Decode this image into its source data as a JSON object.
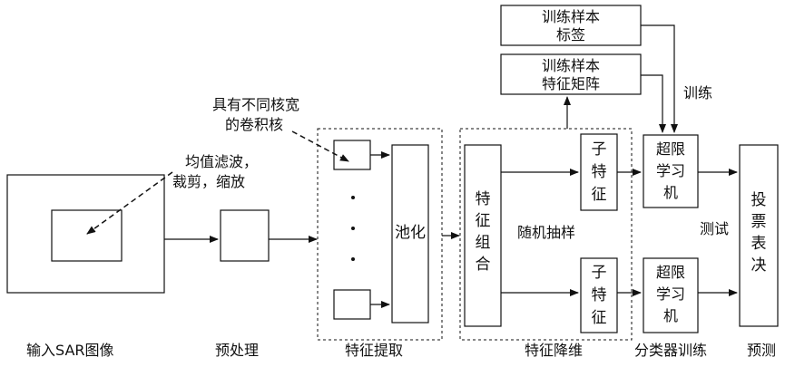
{
  "input_label": "输入SAR图像",
  "preprocess_label": "预处理",
  "feature_extraction_label": "特征提取",
  "dim_reduction_label": "特征降维",
  "classifier_training_label": "分类器训练",
  "prediction_label": "预测",
  "annot_filter": {
    "line1": "均值滤波，",
    "line2": "裁剪，缩放"
  },
  "annot_kernels": {
    "line1": "具有不同核宽",
    "line2": "的卷积核"
  },
  "pool_label": "池化",
  "feature_combination_label": [
    "特",
    "征",
    "组",
    "合"
  ],
  "random_sampling_label": "随机抽样",
  "sub_feature_label": [
    "子",
    "特",
    "征"
  ],
  "elm_label": [
    "超限",
    "学习",
    "机"
  ],
  "vote_label": [
    "投",
    "票",
    "表",
    "决"
  ],
  "sample_label_box": {
    "line1": "训练样本",
    "line2": "标签"
  },
  "sample_matrix_box": {
    "line1": "训练样本",
    "line2": "特征矩阵"
  },
  "train_label": "训练",
  "test_label": "测试",
  "colors": {
    "line": "#111111",
    "background": "#ffffff"
  }
}
